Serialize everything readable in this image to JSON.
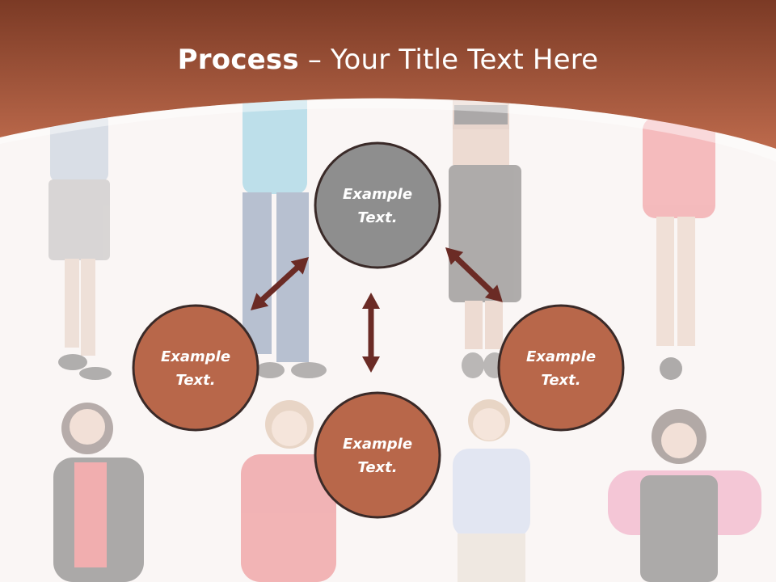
{
  "title": {
    "bold": "Process",
    "dash": " – ",
    "rest": "Your Title Text Here"
  },
  "nodes": [
    {
      "id": "top",
      "line1": "Example",
      "line2": "Text.",
      "color": "#8e8e8e"
    },
    {
      "id": "left",
      "line1": "Example",
      "line2": "Text.",
      "color": "#b8674a"
    },
    {
      "id": "bottom",
      "line1": "Example",
      "line2": "Text.",
      "color": "#b8674a"
    },
    {
      "id": "right",
      "line1": "Example",
      "line2": "Text.",
      "color": "#b8674a"
    }
  ],
  "colors": {
    "header": "#a65438",
    "header_dark": "#7d3a24",
    "arrow": "#6b2b25",
    "node_stroke": "#3a2a28",
    "background": "#faf6f5"
  }
}
